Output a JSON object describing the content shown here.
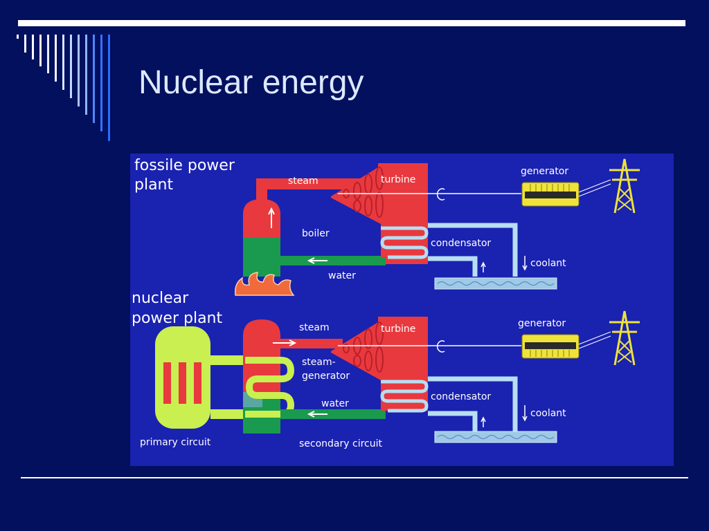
{
  "slide": {
    "title": "Nuclear energy"
  },
  "colors": {
    "background": "#02105e",
    "diagram_background": "#1a22b0",
    "boiler_red": "#e8393e",
    "water_green": "#1a9a4e",
    "reactor_lime": "#c9ef50",
    "coolant_light_blue": "#b7def3",
    "generator_yellow": "#efe33a",
    "flame_orange": "#f06a3c"
  },
  "fossil_plant": {
    "title_line1": "fossile power",
    "title_line2": "plant",
    "steam": "steam",
    "turbine": "turbine",
    "generator": "generator",
    "boiler": "boiler",
    "condensator": "condensator",
    "coolant": "coolant",
    "water": "water"
  },
  "nuclear_plant": {
    "title_line1": "nuclear",
    "title_line2": "power plant",
    "steam": "steam",
    "turbine": "turbine",
    "generator": "generator",
    "steam_generator_line1": "steam-",
    "steam_generator_line2": "generator",
    "condensator": "condensator",
    "coolant": "coolant",
    "water": "water",
    "primary_circuit": "primary circuit",
    "secondary_circuit": "secondary circuit"
  },
  "icons": [
    "transmission-tower-icon",
    "generator-icon",
    "flame-icon",
    "rotation-arrow-icon"
  ]
}
